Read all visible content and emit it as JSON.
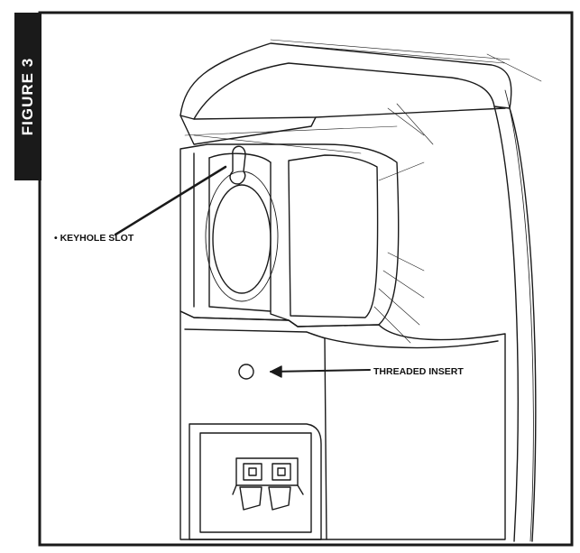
{
  "figure": {
    "label": "FIGURE 3"
  },
  "callouts": {
    "keyhole_slot": "• KEYHOLE SLOT",
    "threaded_insert": "THREADED INSERT"
  },
  "colors": {
    "ink": "#1a1a1a",
    "background": "#ffffff"
  }
}
